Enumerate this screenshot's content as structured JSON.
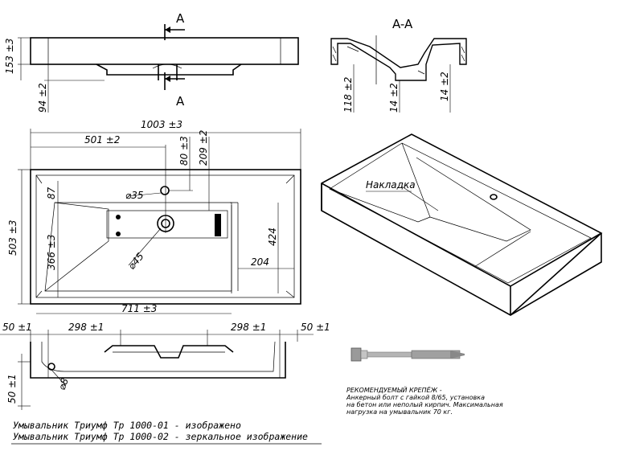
{
  "section": {
    "marker": "A",
    "title": "A-A"
  },
  "dimensions": {
    "side_height": "153 ±3",
    "drain_height": "94 ±2",
    "section_height": "118 ±2",
    "section_wall_left": "14 ±2",
    "section_wall_right": "14 ±2",
    "overall_width": "1003 ±3",
    "drain_offset": "501 ±2",
    "hole_offset_80": "80 ±3",
    "hole_offset_209": "209 ±2",
    "hole_dia": "⌀35",
    "depth": "503 ±3",
    "inner_87": "87",
    "inner_366": "366 ±3",
    "drain_dia": "⌀45",
    "inner_424": "424",
    "inner_204": "204",
    "inner_711": "711 ±3",
    "front_50_left": "50 ±1",
    "front_298_left": "298 ±1",
    "front_298_right": "298 ±1",
    "front_50_right": "50 ±1",
    "front_height_50": "50 ±1",
    "front_hole": "⌀8"
  },
  "labels": {
    "overlay": "Накладка"
  },
  "note": {
    "line1": "РЕКОМЕНДУЕМЫЙ КРЕПЁЖ -",
    "line2": "Анкерный болт с гайкой 8/65, установка",
    "line3": "на бетон или неполый кирпич. Максимальная",
    "line4": "нагрузка на умывальник 70 кг."
  },
  "caption": {
    "line1": "Умывальник Триумф Тр 1000-01 - изображено",
    "line2": "Умывальник Триумф Тр 1000-02 - зеркальное изображение"
  }
}
